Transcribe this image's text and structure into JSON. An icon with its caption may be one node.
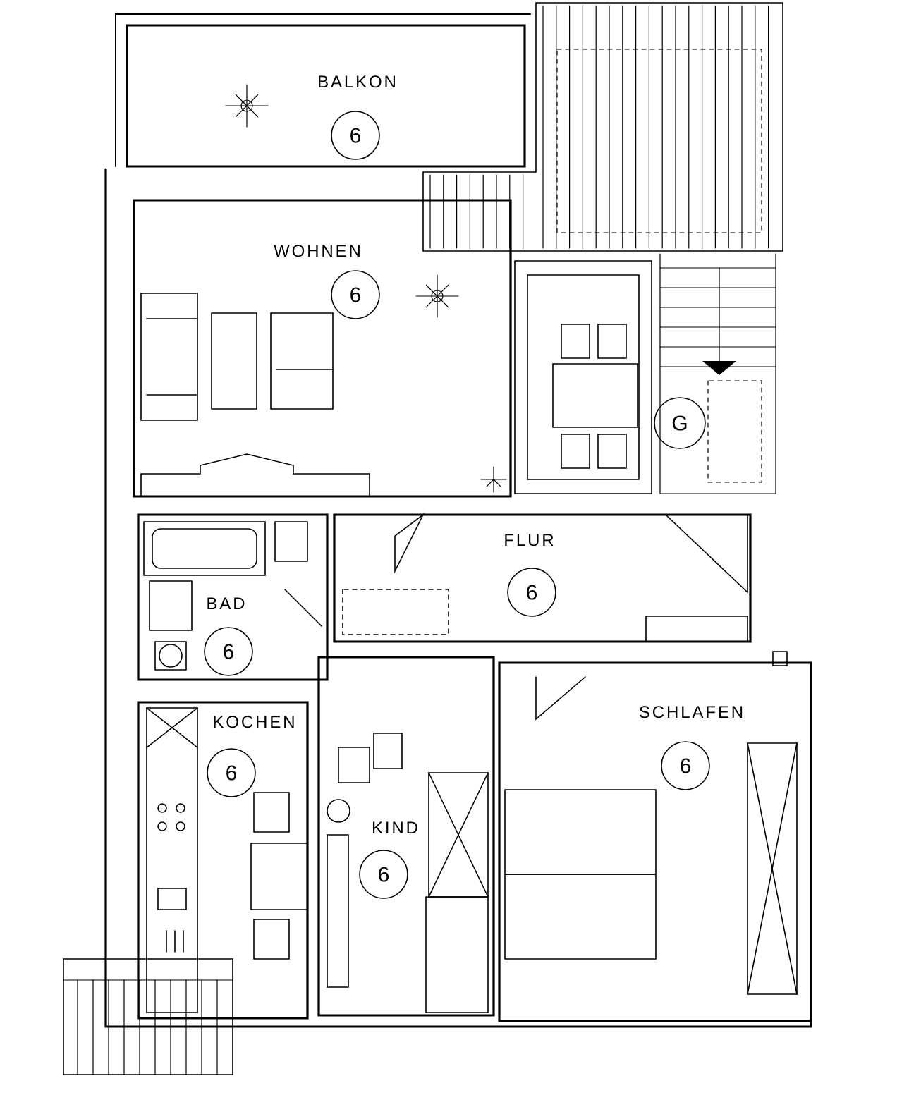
{
  "diagram": {
    "nodes": [
      {
        "text": [
          "BALKON"
        ]
      },
      {
        "text": [
          "6"
        ],
        "in": 0
      },
      {
        "text": [
          "WOHNEN"
        ]
      },
      {
        "text": [
          "6"
        ],
        "in": 2
      },
      {
        "text": [
          "G"
        ]
      },
      {
        "text": [
          "FLUR"
        ]
      },
      {
        "text": [
          "6"
        ],
        "in": 5
      },
      {
        "text": [
          "BAD"
        ]
      },
      {
        "text": [
          "6"
        ],
        "in": 7
      },
      {
        "text": [
          "KOCHEN"
        ]
      },
      {
        "text": [
          "6"
        ],
        "in": 9
      },
      {
        "text": [
          "KIND"
        ]
      },
      {
        "text": [
          "6"
        ],
        "in": 11
      },
      {
        "text": [
          "SCHLAFEN"
        ]
      },
      {
        "text": [
          "6"
        ],
        "in": 13
      }
    ]
  }
}
